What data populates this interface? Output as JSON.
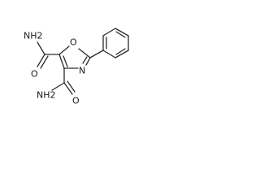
{
  "molecule": {
    "labels": {
      "amide_top": "NH2",
      "amide_top_o": "O",
      "ring_o": "O",
      "ring_n": "N",
      "amide_bottom": "NH2",
      "amide_bottom_o": "O"
    }
  }
}
